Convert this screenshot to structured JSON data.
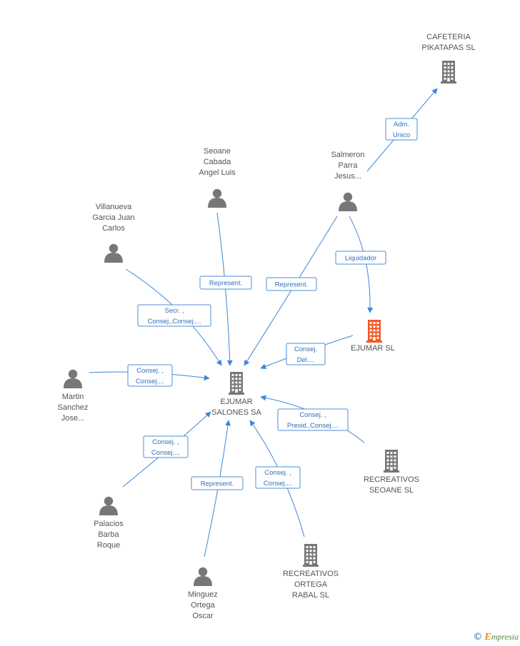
{
  "colors": {
    "edge": "#3d86d8",
    "company": "#777777",
    "company_highlight": "#f05a2b",
    "person": "#777777",
    "label_border": "#4a8fd6",
    "label_text": "#2f6fb5",
    "node_text": "#555555"
  },
  "nodes": [
    {
      "id": "ejumar_salones",
      "type": "company",
      "icon": "building-icon",
      "label": [
        "EJUMAR",
        "SALONES SA"
      ],
      "highlight": false
    },
    {
      "id": "cafeteria",
      "type": "company",
      "icon": "building-icon",
      "label": [
        "CAFETERIA",
        "PIKATAPAS SL"
      ],
      "highlight": false
    },
    {
      "id": "ejumar_sl",
      "type": "company",
      "icon": "building-icon",
      "label": [
        "EJUMAR SL"
      ],
      "highlight": true
    },
    {
      "id": "recreativos_seoane",
      "type": "company",
      "icon": "building-icon",
      "label": [
        "RECREATIVOS",
        "SEOANE SL"
      ],
      "highlight": false
    },
    {
      "id": "recreativos_ortega",
      "type": "company",
      "icon": "building-icon",
      "label": [
        "RECREATIVOS",
        "ORTEGA",
        "RABAL SL"
      ],
      "highlight": false
    },
    {
      "id": "seoane",
      "type": "person",
      "icon": "person-icon",
      "label": [
        "Seoane",
        "Cabada",
        "Angel Luis"
      ]
    },
    {
      "id": "salmeron",
      "type": "person",
      "icon": "person-icon",
      "label": [
        "Salmeron",
        "Parra",
        "Jesus..."
      ]
    },
    {
      "id": "villanueva",
      "type": "person",
      "icon": "person-icon",
      "label": [
        "Villanueva",
        "Garcia Juan",
        "Carlos"
      ]
    },
    {
      "id": "martin",
      "type": "person",
      "icon": "person-icon",
      "label": [
        "Martin",
        "Sanchez",
        "Jose..."
      ]
    },
    {
      "id": "palacios",
      "type": "person",
      "icon": "person-icon",
      "label": [
        "Palacios",
        "Barba",
        "Roque"
      ]
    },
    {
      "id": "minguez",
      "type": "person",
      "icon": "person-icon",
      "label": [
        "Minguez",
        "Ortega",
        "Oscar"
      ]
    }
  ],
  "edges": [
    {
      "from": "salmeron",
      "to": "cafeteria",
      "label": [
        "Adm.",
        "Unico"
      ]
    },
    {
      "from": "salmeron",
      "to": "ejumar_sl",
      "label": [
        "Liquidador"
      ]
    },
    {
      "from": "seoane",
      "to": "ejumar_salones",
      "label": [
        "Represent."
      ]
    },
    {
      "from": "salmeron",
      "to": "ejumar_salones",
      "label": [
        "Represent."
      ]
    },
    {
      "from": "villanueva",
      "to": "ejumar_salones",
      "label": [
        "Secr. ,",
        "Consej.,Consej...."
      ]
    },
    {
      "from": "ejumar_sl",
      "to": "ejumar_salones",
      "label": [
        "Consej.",
        "Del...."
      ]
    },
    {
      "from": "martin",
      "to": "ejumar_salones",
      "label": [
        "Consej. ,",
        "Consej...."
      ]
    },
    {
      "from": "recreativos_seoane",
      "to": "ejumar_salones",
      "label": [
        "Consej. ,",
        "Presid.,Consej...."
      ]
    },
    {
      "from": "palacios",
      "to": "ejumar_salones",
      "label": [
        "Consej. ,",
        "Consej...."
      ]
    },
    {
      "from": "minguez",
      "to": "ejumar_salones",
      "label": [
        "Represent."
      ]
    },
    {
      "from": "recreativos_ortega",
      "to": "ejumar_salones",
      "label": [
        "Consej. ,",
        "Consej...."
      ]
    }
  ],
  "watermark": {
    "copyright": "©",
    "brand_initial": "E",
    "brand_rest": "mpresia"
  }
}
